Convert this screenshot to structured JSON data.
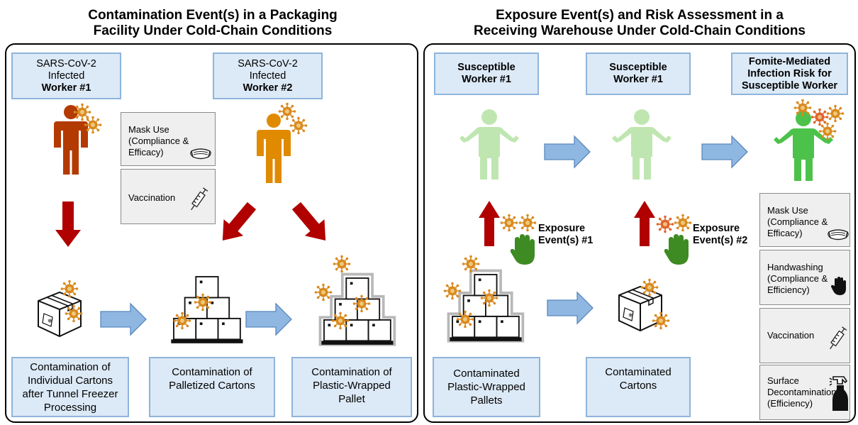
{
  "left": {
    "heading_line1": "Contamination Event(s) in a Packaging",
    "heading_line2": "Facility Under Cold-Chain Conditions",
    "worker1": {
      "line1": "SARS-CoV-2",
      "line2": "Infected",
      "line3": "Worker #1"
    },
    "worker2": {
      "line1": "SARS-CoV-2",
      "line2": "Infected",
      "line3": "Worker #2"
    },
    "mask_box": {
      "line1": "Mask Use",
      "line2": "(Compliance &",
      "line3": "Efficacy)"
    },
    "vacc_box": {
      "line1": "Vaccination"
    },
    "bottom1": {
      "line1": "Contamination of",
      "line2": "Individual Cartons",
      "line3": "after Tunnel Freezer",
      "line4": "Processing"
    },
    "bottom2": {
      "line1": "Contamination of",
      "line2": "Palletized Cartons"
    },
    "bottom3": {
      "line1": "Contamination of",
      "line2": "Plastic-Wrapped",
      "line3": "Pallet"
    }
  },
  "right": {
    "heading_line1": "Exposure Event(s) and Risk Assessment in a",
    "heading_line2": "Receiving Warehouse Under Cold-Chain Conditions",
    "top1": {
      "line1": "Susceptible",
      "line2": "Worker #1"
    },
    "top2": {
      "line1": "Susceptible",
      "line2": "Worker #1"
    },
    "top3": {
      "line1": "Fomite-Mediated",
      "line2": "Infection Risk for",
      "line3": "Susceptible Worker"
    },
    "exposure1": {
      "line1": "Exposure",
      "line2": "Event(s) #1"
    },
    "exposure2": {
      "line1": "Exposure",
      "line2": "Event(s) #2"
    },
    "bottom1": {
      "line1": "Contaminated",
      "line2": "Plastic-Wrapped",
      "line3": "Pallets"
    },
    "bottom2": {
      "line1": "Contaminated",
      "line2": "Cartons"
    },
    "controls": [
      {
        "line1": "Mask Use",
        "line2": "(Compliance &",
        "line3": "Efficacy)"
      },
      {
        "line1": "Handwashing",
        "line2": "(Compliance &",
        "line3": "Efficiency)"
      },
      {
        "line1": "Vaccination"
      },
      {
        "line1": "Surface",
        "line2": "Decontamination",
        "line3": "(Efficiency)"
      }
    ]
  },
  "colors": {
    "box_fill": "#dce9f6",
    "box_border": "#8eb4dc",
    "red_arrow": "#b00000",
    "blue_arrow": "#8fb7e2",
    "worker1": "#b33a00",
    "worker2": "#e08a00",
    "susceptible_light": "#bfe6b0",
    "infected_green": "#4cc24a",
    "hand": "#3d8b22",
    "virus": "#d98a1f"
  },
  "icons": [
    "person-icon",
    "virus-icon",
    "mask-icon",
    "syringe-icon",
    "hand-icon",
    "spray-bottle-icon",
    "carton-icon",
    "pallet-icon",
    "arrow-icon"
  ]
}
